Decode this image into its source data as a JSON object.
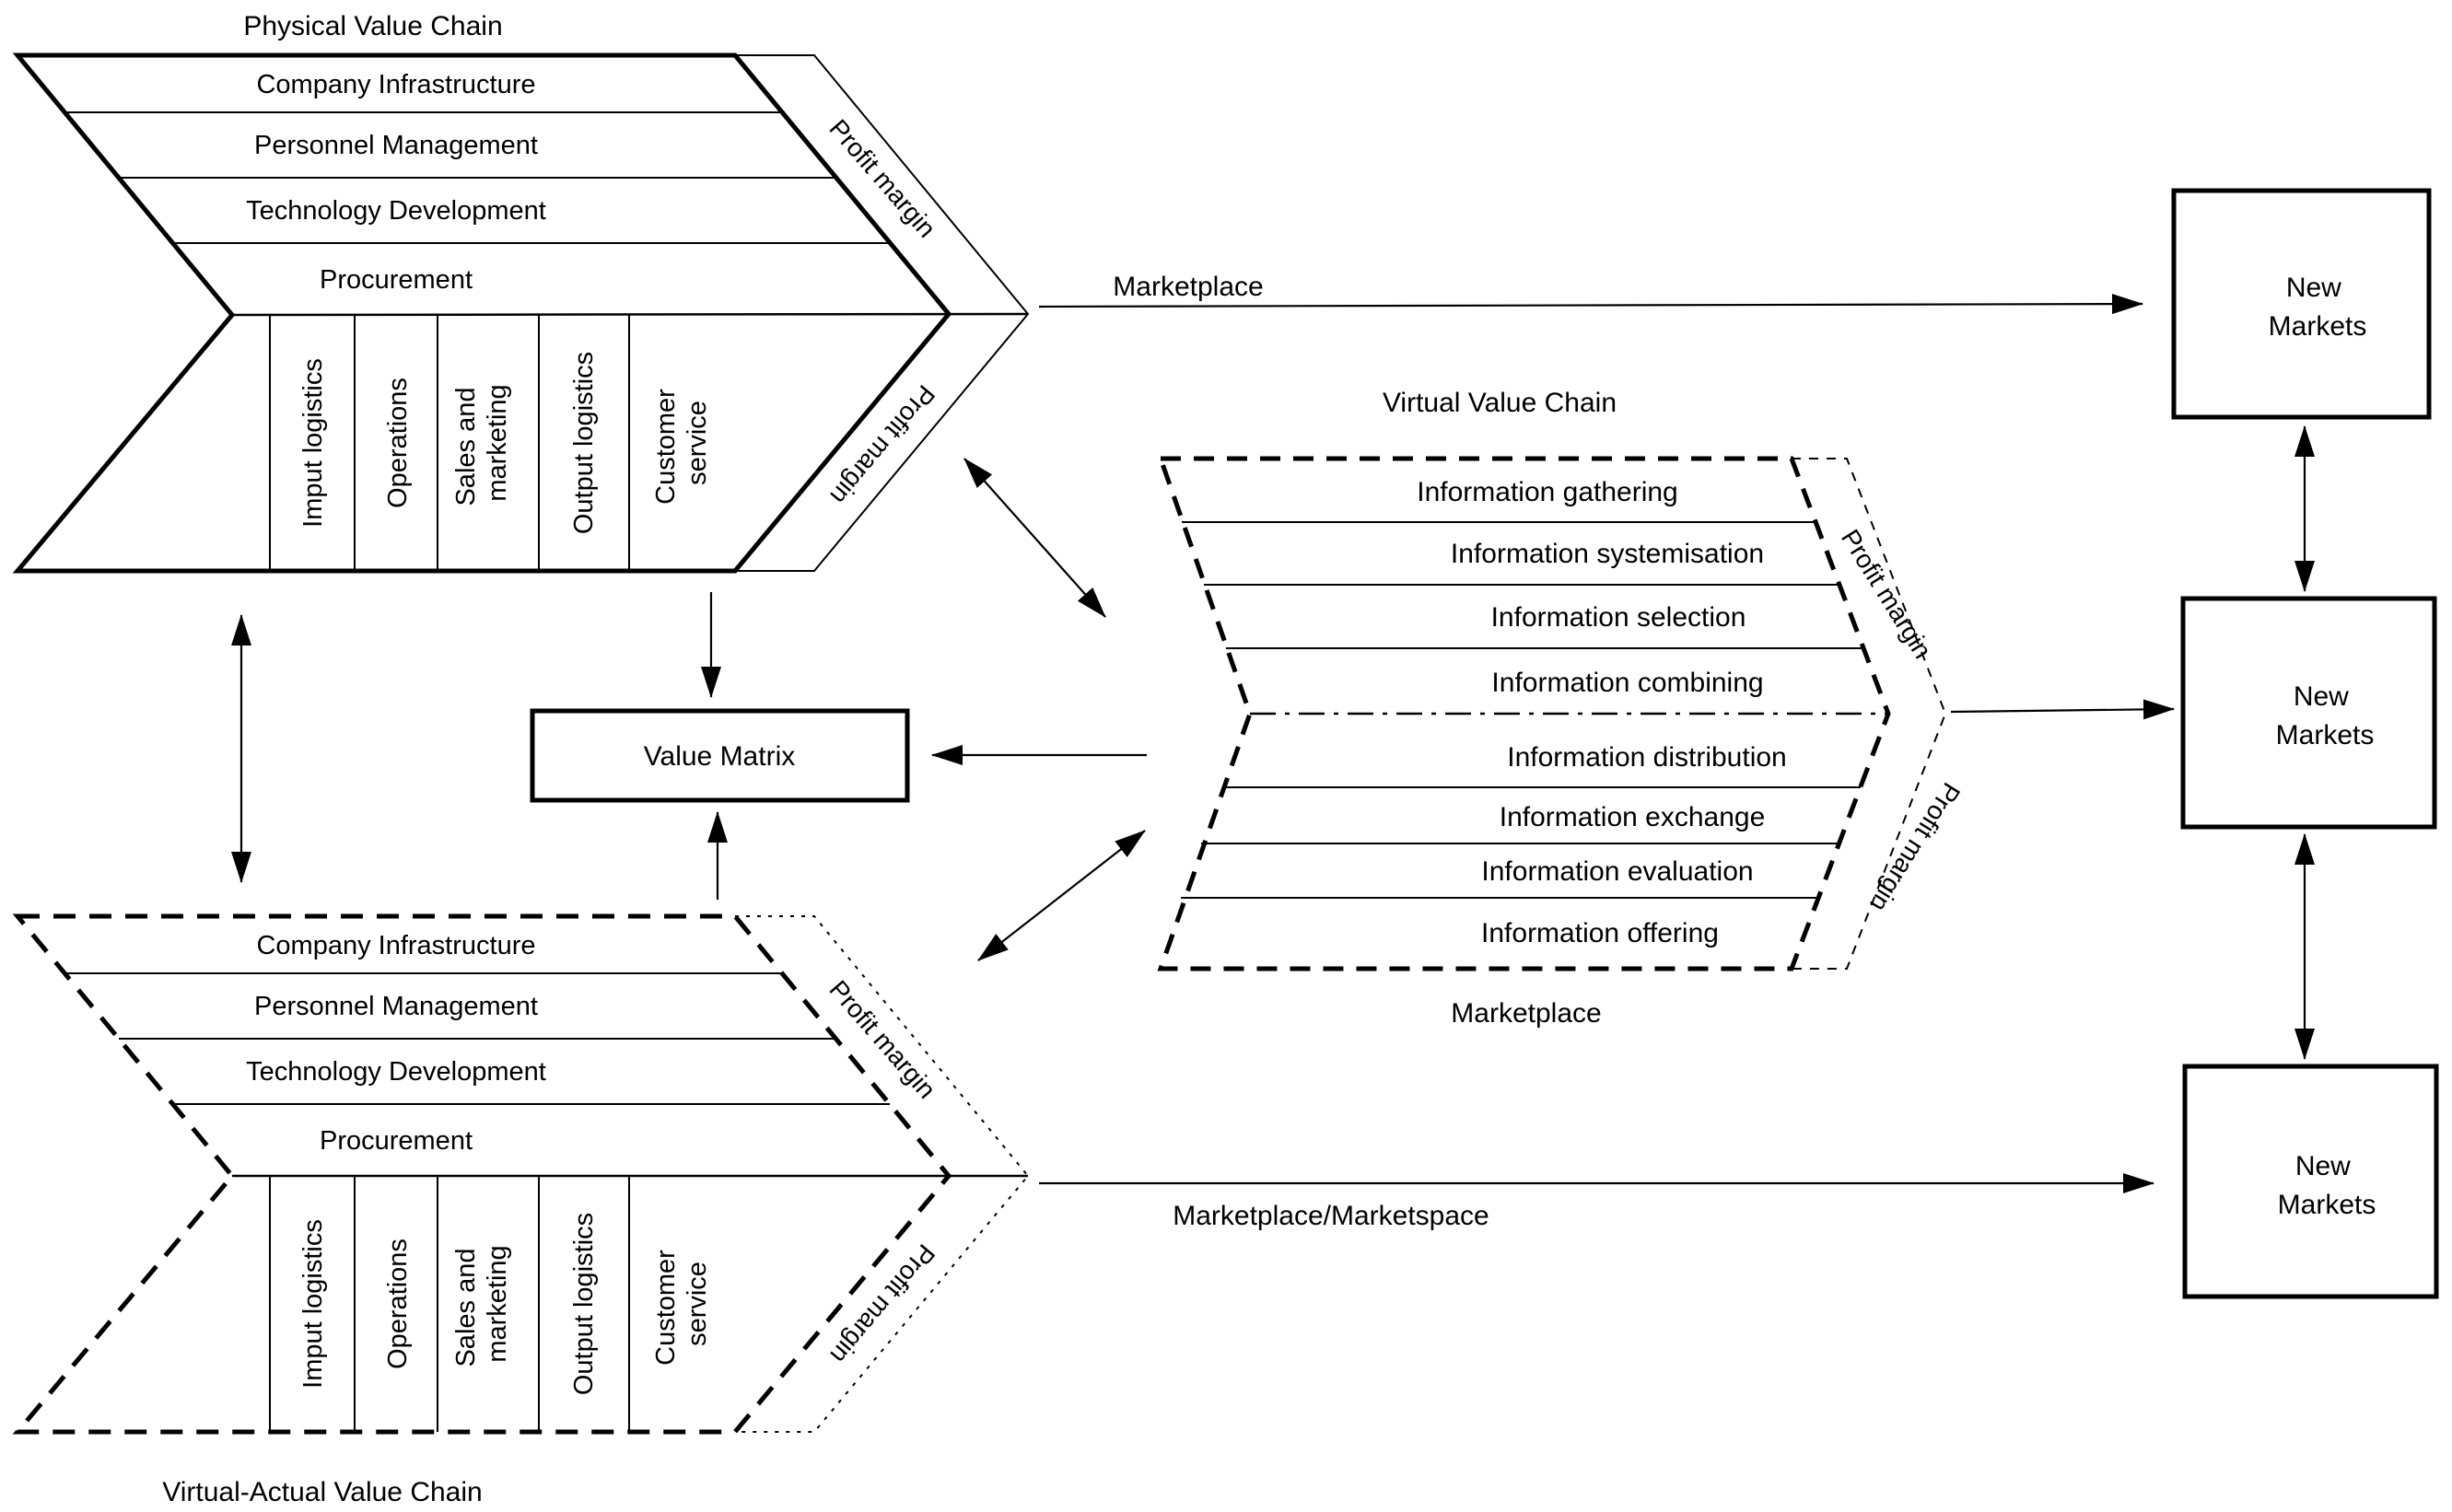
{
  "colors": {
    "ink": "#000000",
    "background": "#ffffff"
  },
  "physical_chain": {
    "title": "Physical Value Chain",
    "support_rows": [
      "Company Infrastructure",
      "Personnel Management",
      "Technology Development",
      "Procurement"
    ],
    "primary_columns": {
      "imput_logistics": "Imput logistics",
      "operations": "Operations",
      "sales_line1": "Sales and",
      "sales_line2": "marketing",
      "output_logistics": "Output logistics",
      "customer_line1": "Customer",
      "customer_line2": "service"
    },
    "profit_margin_upper": "Profit margin",
    "profit_margin_lower": "Profit margin"
  },
  "virtual_actual_chain": {
    "title": "Virtual-Actual Value Chain",
    "support_rows": [
      "Company Infrastructure",
      "Personnel Management",
      "Technology Development",
      "Procurement"
    ],
    "primary_columns": {
      "imput_logistics": "Imput logistics",
      "operations": "Operations",
      "sales_line1": "Sales and",
      "sales_line2": "marketing",
      "output_logistics": "Output logistics",
      "customer_line1": "Customer",
      "customer_line2": "service"
    },
    "profit_margin_upper": "Profit margin",
    "profit_margin_lower": "Profit margin"
  },
  "virtual_chain": {
    "title": "Virtual Value Chain",
    "rows": [
      "Information gathering",
      "Information systemisation",
      "Information selection",
      "Information combining",
      "Information distribution",
      "Information exchange",
      "Information evaluation",
      "Information offering"
    ],
    "profit_margin_upper": "Profit margin",
    "profit_margin_lower": "Profit margin",
    "marketplace_label": "Marketplace"
  },
  "value_matrix": {
    "label": "Value Matrix"
  },
  "new_markets": {
    "top": {
      "line1": "New",
      "line2": "Markets"
    },
    "middle": {
      "line1": "New",
      "line2": "Markets"
    },
    "bottom": {
      "line1": "New",
      "line2": "Markets"
    }
  },
  "arrows": {
    "top_label": "Marketplace",
    "bottom_label": "Marketplace/Marketspace"
  }
}
